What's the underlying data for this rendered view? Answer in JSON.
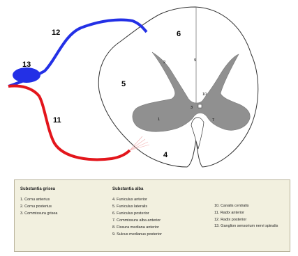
{
  "labels": {
    "l1": "1",
    "l2": "2",
    "l3": "3",
    "l4": "4",
    "l5": "5",
    "l6": "6",
    "l7": "7",
    "l9": "9",
    "l10": "10",
    "l11": "11",
    "l12": "12",
    "l13": "13"
  },
  "legend": {
    "grey_title": "Substantia grisea",
    "grey_items": [
      "1. Cornu anterius",
      "2. Cornu posterius",
      "3. Commissura grisea"
    ],
    "white_title": "Substantia alba",
    "white_items": [
      "4. Funiculus anterior",
      "5. Funiculus lateralis",
      "6. Funiculus posterior",
      "7. Commissura alba anterior",
      "8. Fissura mediana anterior",
      "9. Sulcus medianus posterior"
    ],
    "other_items": [
      "10. Canalis centralis",
      "11. Radix anterior",
      "12. Radix posterior",
      "13. Ganglion sensorium nervi spinalis"
    ]
  },
  "colors": {
    "posterior_root": "#2330e6",
    "anterior_root": "#e3161c",
    "grey_matter": "#909090",
    "legend_bg": "#f2f0df"
  }
}
